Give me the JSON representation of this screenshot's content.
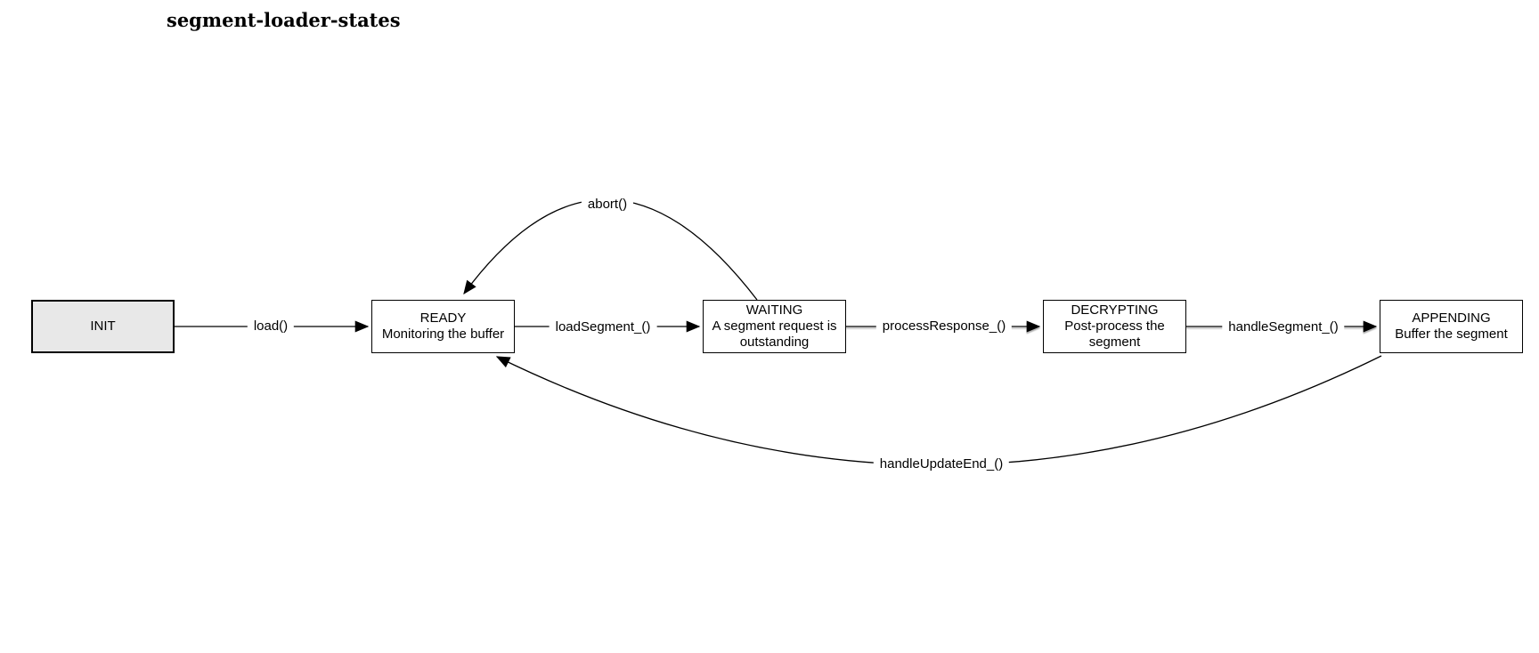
{
  "title": "segment-loader-states",
  "states": [
    {
      "name": "INIT",
      "description": ""
    },
    {
      "name": "READY",
      "description": "Monitoring the buffer"
    },
    {
      "name": "WAITING",
      "description": "A segment request is outstanding"
    },
    {
      "name": "DECRYPTING",
      "description": "Post-process the segment"
    },
    {
      "name": "APPENDING",
      "description": "Buffer the segment"
    }
  ],
  "transitions": [
    {
      "label": "load()",
      "from": "INIT",
      "to": "READY"
    },
    {
      "label": "loadSegment_()",
      "from": "READY",
      "to": "WAITING"
    },
    {
      "label": "processResponse_()",
      "from": "WAITING",
      "to": "DECRYPTING"
    },
    {
      "label": "handleSegment_()",
      "from": "DECRYPTING",
      "to": "APPENDING"
    },
    {
      "label": "abort()",
      "from": "WAITING",
      "to": "READY"
    },
    {
      "label": "handleUpdateEnd_()",
      "from": "APPENDING",
      "to": "READY"
    }
  ],
  "colors": {
    "background": "#ffffff",
    "stroke": "#000000",
    "init_fill": "#e8e8e8",
    "state_fill": "#ffffff"
  }
}
